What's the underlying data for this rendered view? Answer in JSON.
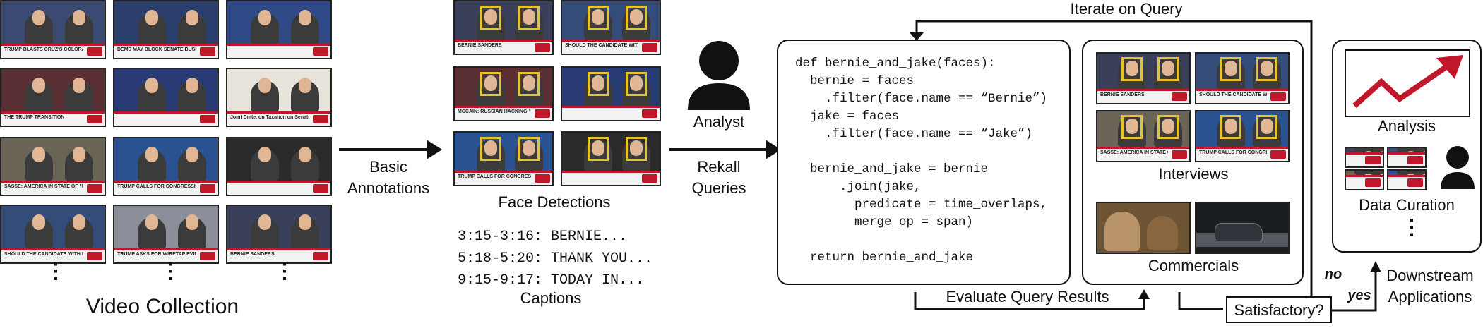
{
  "labels": {
    "video_collection": "Video Collection",
    "basic_annotations": "Basic\nAnnotations",
    "face_detections": "Face Detections",
    "captions": "Captions",
    "analyst": "Analyst",
    "rekall_queries": "Rekall\nQueries",
    "iterate_on_query": "Iterate on Query",
    "interviews": "Interviews",
    "commercials": "Commercials",
    "evaluate_query_results": "Evaluate Query Results",
    "satisfactory": "Satisfactory?",
    "no": "no",
    "yes": "yes",
    "downstream_applications": "Downstream\nApplications",
    "analysis": "Analysis",
    "data_curation": "Data Curation",
    "ellipsis": "⋮"
  },
  "captions_text": [
    "3:15-3:16: BERNIE...",
    "5:18-5:20: THANK YOU...",
    "9:15-9:17: TODAY IN..."
  ],
  "code_lines": [
    "def bernie_and_jake(faces):",
    "  bernie = faces",
    "    .filter(face.name == “Bernie”)",
    "  jake = faces",
    "    .filter(face.name == “Jake”)",
    "",
    "  bernie_and_jake = bernie",
    "      .join(jake,",
    "        predicate = time_overlaps,",
    "        merge_op = span)",
    "",
    "  return bernie_and_jake"
  ],
  "video_thumbs": [
    {
      "chyron": "TRUMP BLASTS CRUZ'S COLORADO WIN A 'RIGGED CAMPAIGN'",
      "bg": "#3a4a72"
    },
    {
      "chyron": "DEMS MAY BLOCK SENATE BUSINESS OVER SECRET HEALTH BILL",
      "bg": "#2b3f6e"
    },
    {
      "chyron": "",
      "bg": "#2f4a86"
    },
    {
      "chyron": "THE TRUMP TRANSITION",
      "bg": "#5a2f34"
    },
    {
      "chyron": "",
      "bg": "#273a73"
    },
    {
      "chyron": "Joint Cmte. on Taxation on Senate Plan",
      "bg": "#e8e4dc"
    },
    {
      "chyron": "SASSE: AMERICA IN STATE OF \"PERPETUAL ADOLESCENCE\"",
      "bg": "#6a6456"
    },
    {
      "chyron": "TRUMP CALLS FOR CONGRESSIONAL TERM LIMITS",
      "bg": "#2a5290"
    },
    {
      "chyron": "",
      "bg": "#2a2a2a"
    },
    {
      "chyron": "SHOULD THE CANDIDATE WITH MOST DELEGATES WIN?",
      "bg": "#344c7a"
    },
    {
      "chyron": "TRUMP ASKS FOR WIRETAP EVIDENCE, OFFERS NONE",
      "bg": "#8a8f99"
    },
    {
      "chyron": "BERNIE SANDERS",
      "bg": "#3a3f5a"
    }
  ],
  "face_thumbs": [
    {
      "chyron": "BERNIE SANDERS",
      "bg": "#3a3f5a"
    },
    {
      "chyron": "SHOULD THE CANDIDATE WITH MOST DELEGATES WIN?",
      "bg": "#344c7a"
    },
    {
      "chyron": "MCCAIN: RUSSIAN HACKING \"DESERVES EXAMINATION\"",
      "bg": "#5a2f34"
    },
    {
      "chyron": "",
      "bg": "#273a73"
    },
    {
      "chyron": "TRUMP CALLS FOR CONGRESSIONAL TERM LIMITS",
      "bg": "#2a5290"
    },
    {
      "chyron": "",
      "bg": "#2a2a2a"
    }
  ],
  "interview_thumbs": [
    {
      "chyron": "BERNIE SANDERS",
      "bg": "#3a3f5a"
    },
    {
      "chyron": "SHOULD THE CANDIDATE WITH MOST DELEGATES WIN?",
      "bg": "#344c7a"
    },
    {
      "chyron": "SASSE: AMERICA IN STATE OF \"PERPETUAL ADOLESCENCE\"",
      "bg": "#6a6456"
    },
    {
      "chyron": "TRUMP CALLS FOR CONGRESSIONAL TERM LIMITS",
      "bg": "#2a5290"
    }
  ],
  "colors": {
    "box_yellow": "#e6c22b",
    "trend_red": "#c0182a",
    "ink": "#111111"
  }
}
